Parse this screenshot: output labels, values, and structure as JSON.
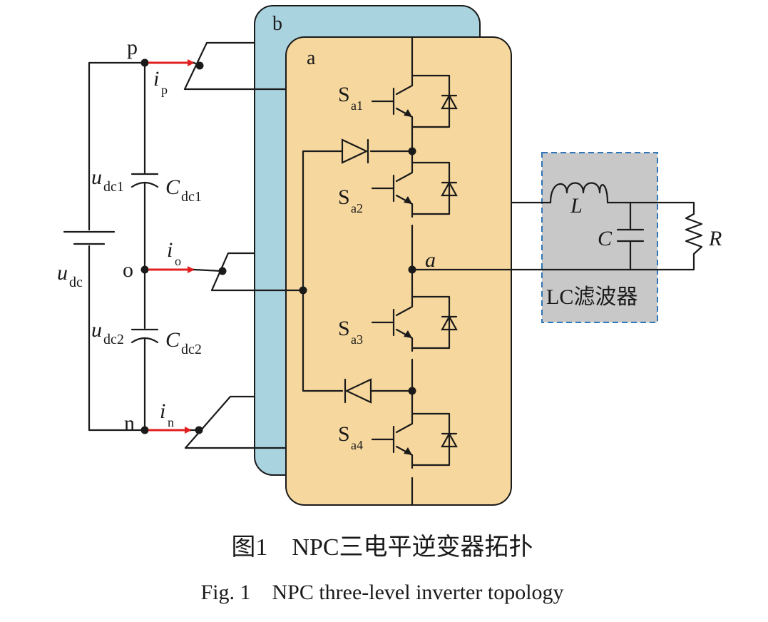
{
  "colors": {
    "module_b_fill": "#a9d3df",
    "module_a_fill": "#f6d79e",
    "filter_fill": "#c8c8c8",
    "filter_border": "#2f76b8",
    "current_arrow": "#e02020"
  },
  "modules": {
    "b_label": "b",
    "a_label": "a"
  },
  "nodes": {
    "p": "p",
    "o": "o",
    "n": "n",
    "a": "a"
  },
  "currents": {
    "ip": {
      "main": "i",
      "sub": "p"
    },
    "io": {
      "main": "i",
      "sub": "o"
    },
    "in": {
      "main": "i",
      "sub": "n"
    }
  },
  "dc": {
    "udc": {
      "main": "u",
      "sub": "dc"
    },
    "udc1": {
      "main": "u",
      "sub": "dc1"
    },
    "udc2": {
      "main": "u",
      "sub": "dc2"
    },
    "cdc1": {
      "main": "C",
      "sub": "dc1"
    },
    "cdc2": {
      "main": "C",
      "sub": "dc2"
    }
  },
  "switches": [
    {
      "main": "S",
      "sub": "a1"
    },
    {
      "main": "S",
      "sub": "a2"
    },
    {
      "main": "S",
      "sub": "a3"
    },
    {
      "main": "S",
      "sub": "a4"
    }
  ],
  "filter": {
    "L": "L",
    "C": "C",
    "R": "R",
    "label": "LC滤波器"
  },
  "caption": {
    "cn": "图1　NPC三电平逆变器拓扑",
    "en": "Fig. 1　NPC three-level inverter topology"
  }
}
